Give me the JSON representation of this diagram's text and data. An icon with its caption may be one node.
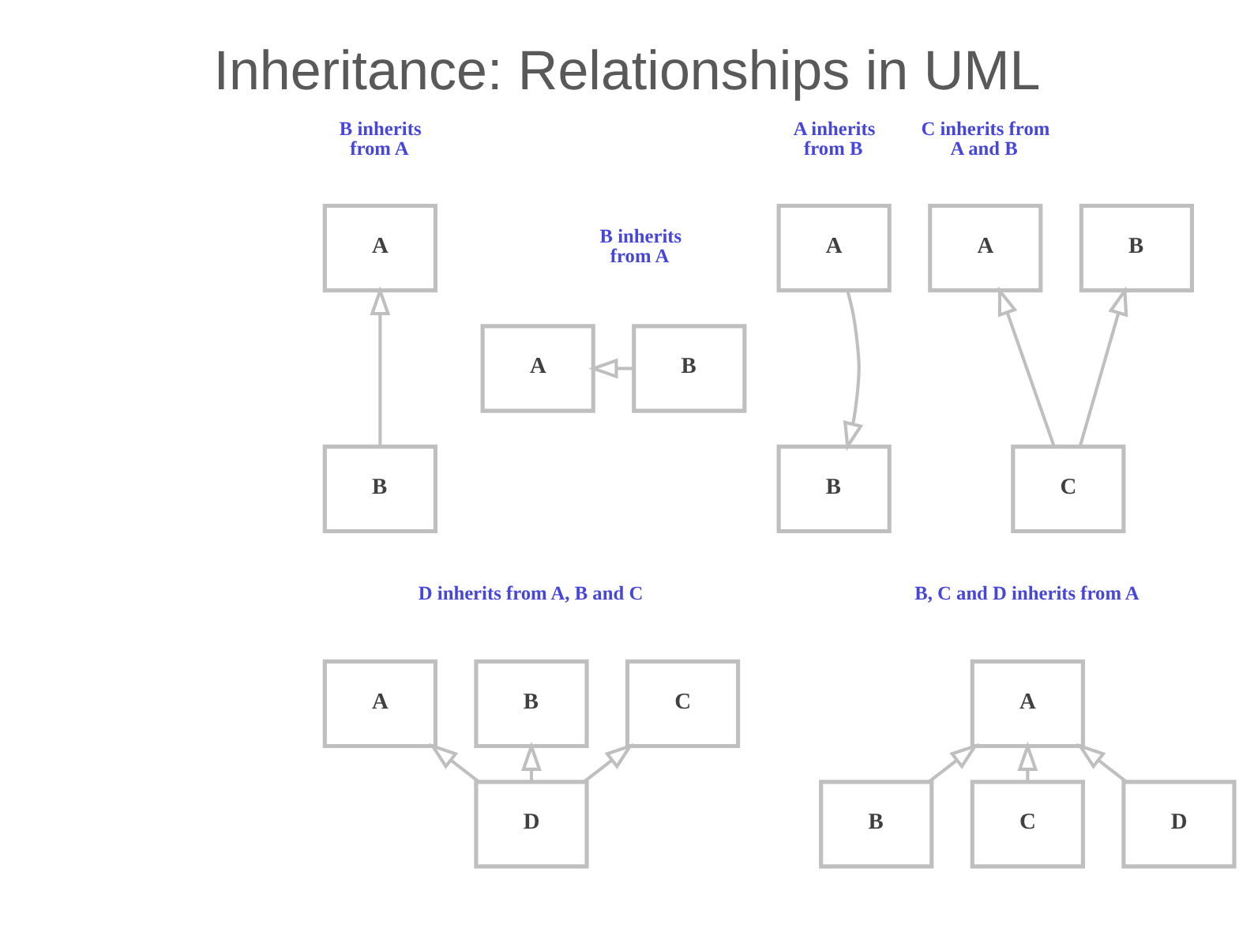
{
  "diagram": {
    "title": "Inheritance: Relationships in UML",
    "nodes": [
      {
        "text": [
          "A"
        ]
      },
      {
        "text": [
          "B"
        ]
      },
      {
        "text": [
          "A"
        ]
      },
      {
        "text": [
          "B"
        ]
      },
      {
        "text": [
          "A"
        ]
      },
      {
        "text": [
          "B"
        ]
      },
      {
        "text": [
          "A"
        ]
      },
      {
        "text": [
          "B"
        ]
      },
      {
        "text": [
          "C"
        ]
      },
      {
        "text": [
          "A"
        ]
      },
      {
        "text": [
          "B"
        ]
      },
      {
        "text": [
          "C"
        ]
      },
      {
        "text": [
          "D"
        ]
      },
      {
        "text": [
          "A"
        ]
      },
      {
        "text": [
          "B"
        ]
      },
      {
        "text": [
          "C"
        ]
      },
      {
        "text": [
          "D"
        ]
      }
    ],
    "edges": [
      {
        "from": 1,
        "to": 0,
        "arrow": "to"
      },
      {
        "from": 3,
        "to": 2,
        "arrow": "to"
      },
      {
        "from": 4,
        "to": 5,
        "arrow": "to"
      },
      {
        "from": 8,
        "to": 6,
        "arrow": "to"
      },
      {
        "from": 8,
        "to": 7,
        "arrow": "to"
      },
      {
        "from": 12,
        "to": 9,
        "arrow": "to"
      },
      {
        "from": 12,
        "to": 10,
        "arrow": "to"
      },
      {
        "from": 12,
        "to": 11,
        "arrow": "to"
      },
      {
        "from": 14,
        "to": 13,
        "arrow": "to"
      },
      {
        "from": 15,
        "to": 13,
        "arrow": "to"
      },
      {
        "from": 16,
        "to": 13,
        "arrow": "to"
      }
    ],
    "labels": [
      "B inherits from A",
      "B inherits from A",
      "A inherits from B",
      "C inherits from A and B",
      "D inherits from A, B and C",
      "B, C and D inherits from A"
    ]
  }
}
